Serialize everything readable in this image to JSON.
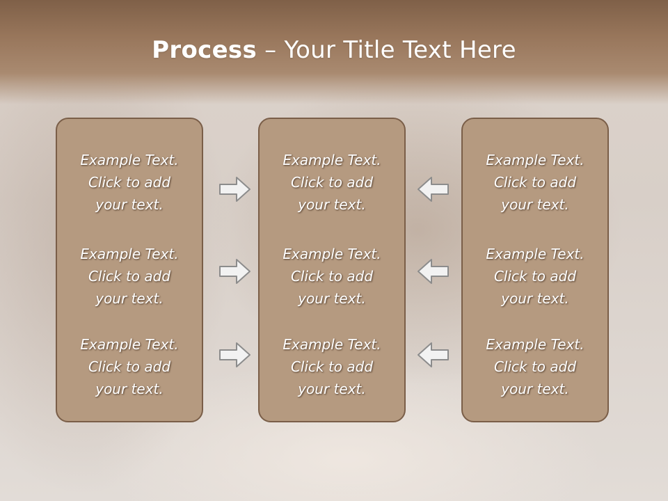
{
  "title": {
    "bold": "Process",
    "rest": " – Your Title Text Here"
  },
  "columns": [
    {
      "blocks": [
        {
          "line1": "Example Text.",
          "line2": "Click  to add",
          "line3": "your text."
        },
        {
          "line1": "Example Text.",
          "line2": "Click  to add",
          "line3": "your text."
        },
        {
          "line1": "Example Text.",
          "line2": "Click  to add",
          "line3": "your text."
        }
      ]
    },
    {
      "blocks": [
        {
          "line1": "Example Text.",
          "line2": "Click  to add",
          "line3": "your text."
        },
        {
          "line1": "Example Text.",
          "line2": "Click  to add",
          "line3": "your text."
        },
        {
          "line1": "Example Text.",
          "line2": "Click  to add",
          "line3": "your text."
        }
      ]
    },
    {
      "blocks": [
        {
          "line1": "Example Text.",
          "line2": "Click  to add",
          "line3": "your text."
        },
        {
          "line1": "Example Text.",
          "line2": "Click  to add",
          "line3": "your text."
        },
        {
          "line1": "Example Text.",
          "line2": "Click  to add",
          "line3": "your text."
        }
      ]
    }
  ],
  "arrows": {
    "left_group": "arrow-right-icon",
    "right_group": "arrow-left-icon"
  },
  "colors": {
    "header": "#98765b",
    "box_fill": "#b59a80",
    "box_border": "#7a5e48",
    "text": "#ffffff"
  }
}
